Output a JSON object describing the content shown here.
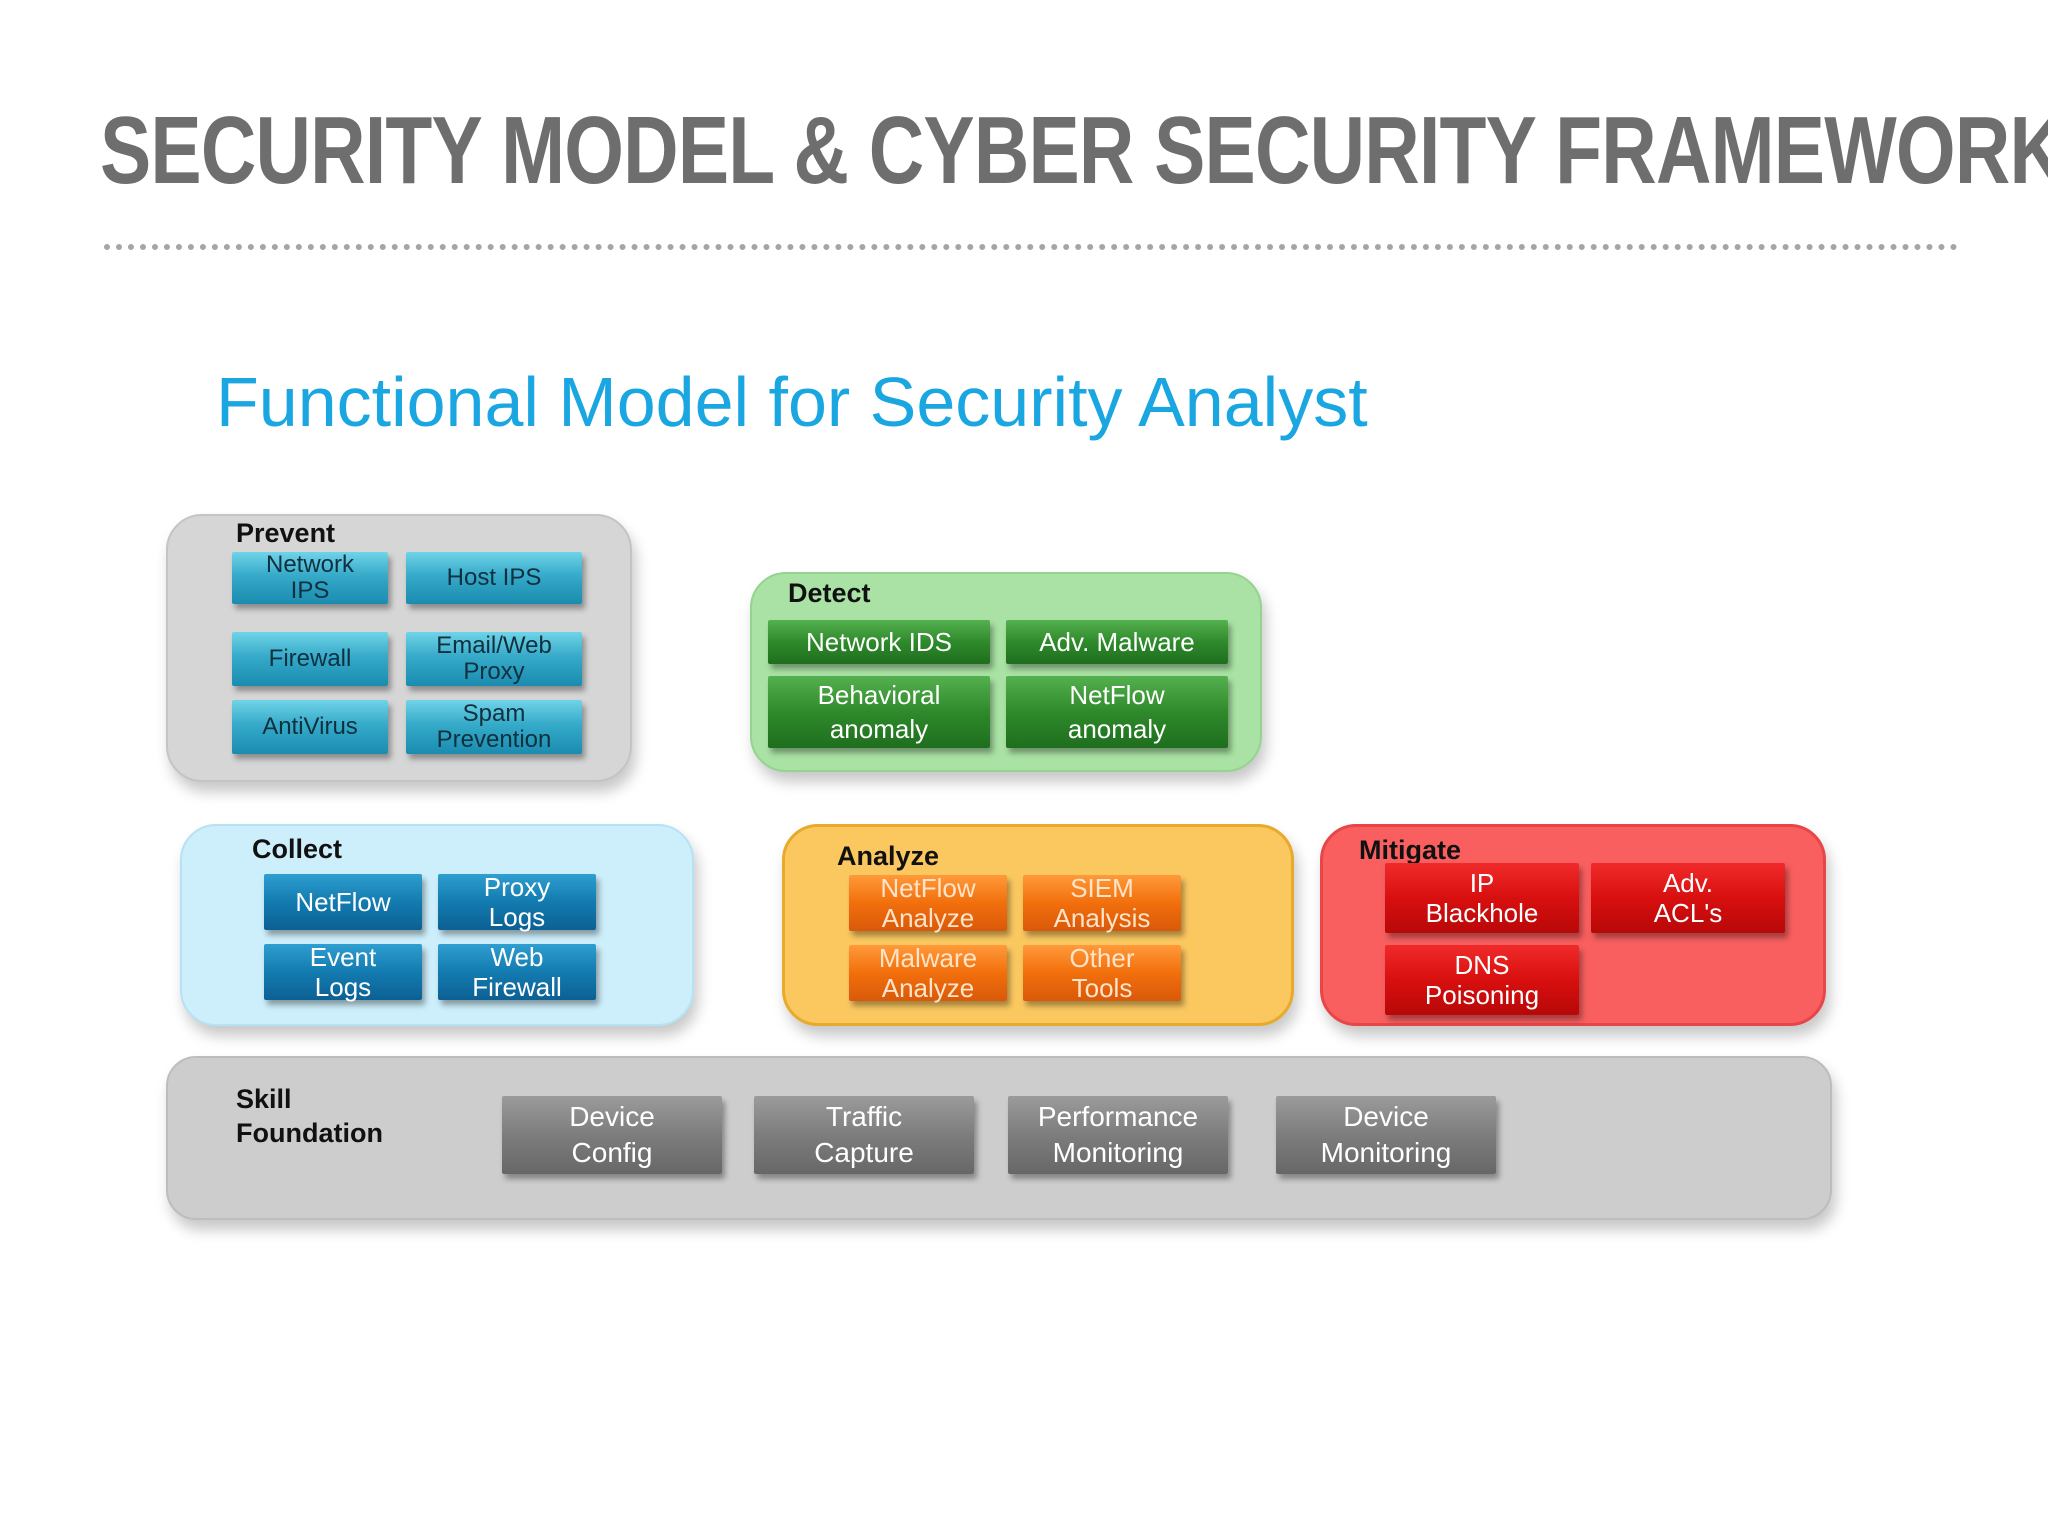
{
  "slide": {
    "title": "SECURITY MODEL & CYBER SECURITY FRAMEWORKS"
  },
  "diagram": {
    "title": "Functional Model for Security Analyst",
    "groups": {
      "prevent": {
        "label": "Prevent",
        "color": "#d6d6d6",
        "tiles": [
          "Network\nIPS",
          "Host IPS",
          "Firewall",
          "Email/Web\nProxy",
          "AntiVirus",
          "Spam\nPrevention"
        ]
      },
      "detect": {
        "label": "Detect",
        "color": "#a9e2a4",
        "tiles": [
          "Network IDS",
          "Adv. Malware",
          "Behavioral\nanomaly",
          "NetFlow\nanomaly"
        ]
      },
      "collect": {
        "label": "Collect",
        "color": "#cdeefb",
        "tiles": [
          "NetFlow",
          "Proxy\nLogs",
          "Event\nLogs",
          "Web\nFirewall"
        ]
      },
      "analyze": {
        "label": "Analyze",
        "color": "#fbc860",
        "tiles": [
          "NetFlow\nAnalyze",
          "SIEM\nAnalysis",
          "Malware\nAnalyze",
          "Other\nTools"
        ]
      },
      "mitigate": {
        "label": "Mitigate",
        "color": "#f95f5f",
        "tiles": [
          "IP\nBlackhole",
          "Adv.\nACL's",
          "DNS\nPoisoning"
        ]
      },
      "skill": {
        "label": "Skill\nFoundation",
        "color": "#cdcdcd",
        "tiles": [
          "Device\nConfig",
          "Traffic\nCapture",
          "Performance\nMonitoring",
          "Device\nMonitoring"
        ]
      }
    }
  }
}
